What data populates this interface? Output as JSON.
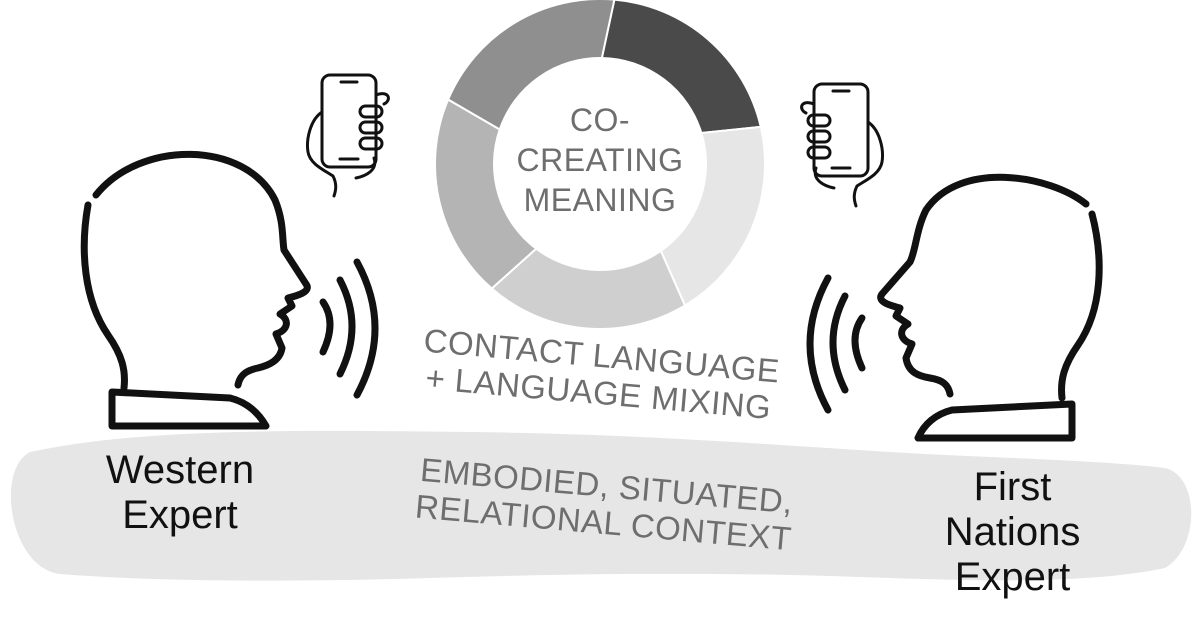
{
  "left_expert": {
    "line1": "Western",
    "line2": "Expert"
  },
  "right_expert": {
    "line1": "First",
    "line2": "Nations",
    "line3": "Expert"
  },
  "center": {
    "line1": "CO-",
    "line2": "CREATING",
    "line3": "MEANING"
  },
  "middle_label": {
    "line1": "CONTACT LANGUAGE",
    "line2": "+ LANGUAGE MIXING"
  },
  "ground_label": {
    "line1": "EMBODIED, SITUATED,",
    "line2": "RELATIONAL CONTEXT"
  },
  "icons": [
    "head-profile-icon",
    "phone-in-hand-icon",
    "sound-waves-icon"
  ],
  "colors": {
    "ink": "#111111",
    "label_grey": "#6e6e6e",
    "ground": "#e6e6e6",
    "ring_segments": [
      "#4a4a4a",
      "#e6e6e6",
      "#cfcfcf",
      "#b4b4b4",
      "#8f8f8f"
    ]
  }
}
